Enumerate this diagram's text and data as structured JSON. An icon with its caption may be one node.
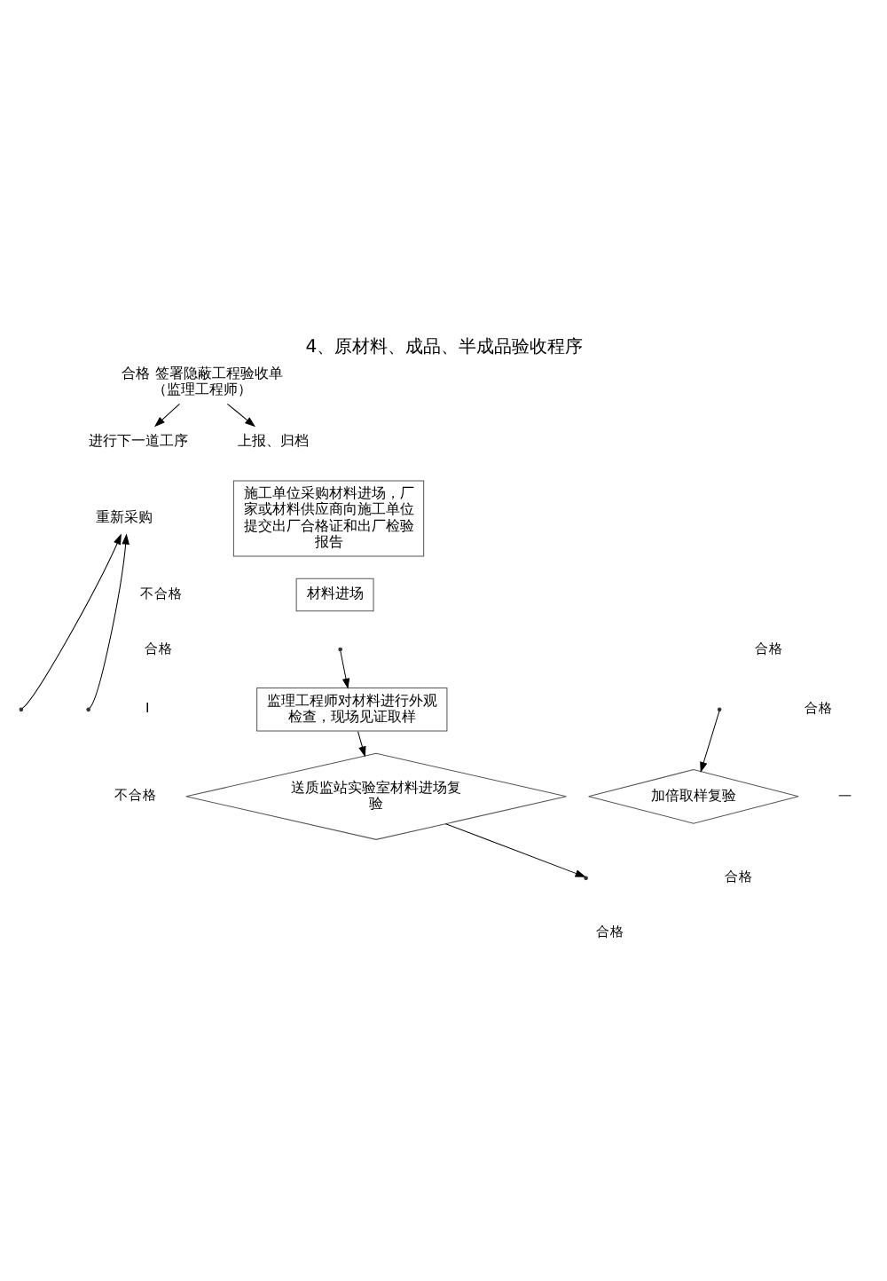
{
  "diagram": {
    "title": "4、原材料、成品、半成品验收程序",
    "nodes": [
      {
        "text": [
          "合格 签署隐蔽工程验收单（监理工程师）"
        ]
      },
      {
        "text": [
          "进行下一道工序"
        ]
      },
      {
        "text": [
          "上报、归档"
        ]
      },
      {
        "text": [
          "重新采购"
        ]
      },
      {
        "text": [
          "施工单位采购材料进场，厂家或材料供应商向施工单位提交出厂合格证和出厂检验报告"
        ]
      },
      {
        "text": [
          "材料进场"
        ]
      },
      {
        "text": [
          "监理工程师对材料进行外观检查，现场见证取样"
        ]
      },
      {
        "text": [
          "送质监站实验室材料进场复验"
        ]
      },
      {
        "text": [
          "加倍取样复验"
        ]
      }
    ],
    "edges": [
      {
        "from": 0,
        "to": 1,
        "arrow": "to"
      },
      {
        "from": 0,
        "to": 2,
        "arrow": "to"
      },
      {
        "from": null,
        "to": 3,
        "arrow": "to"
      },
      {
        "from": null,
        "to": 3,
        "arrow": "to"
      },
      {
        "from": null,
        "to": 6,
        "arrow": "to"
      },
      {
        "from": 6,
        "to": 7,
        "arrow": "to"
      },
      {
        "from": null,
        "to": 8,
        "arrow": "to"
      },
      {
        "from": 7,
        "to": null,
        "arrow": "to"
      }
    ],
    "labels": [
      "不合格",
      "合格",
      "I",
      "不合格",
      "合格",
      "合格",
      "—",
      "合格",
      "合格"
    ]
  }
}
